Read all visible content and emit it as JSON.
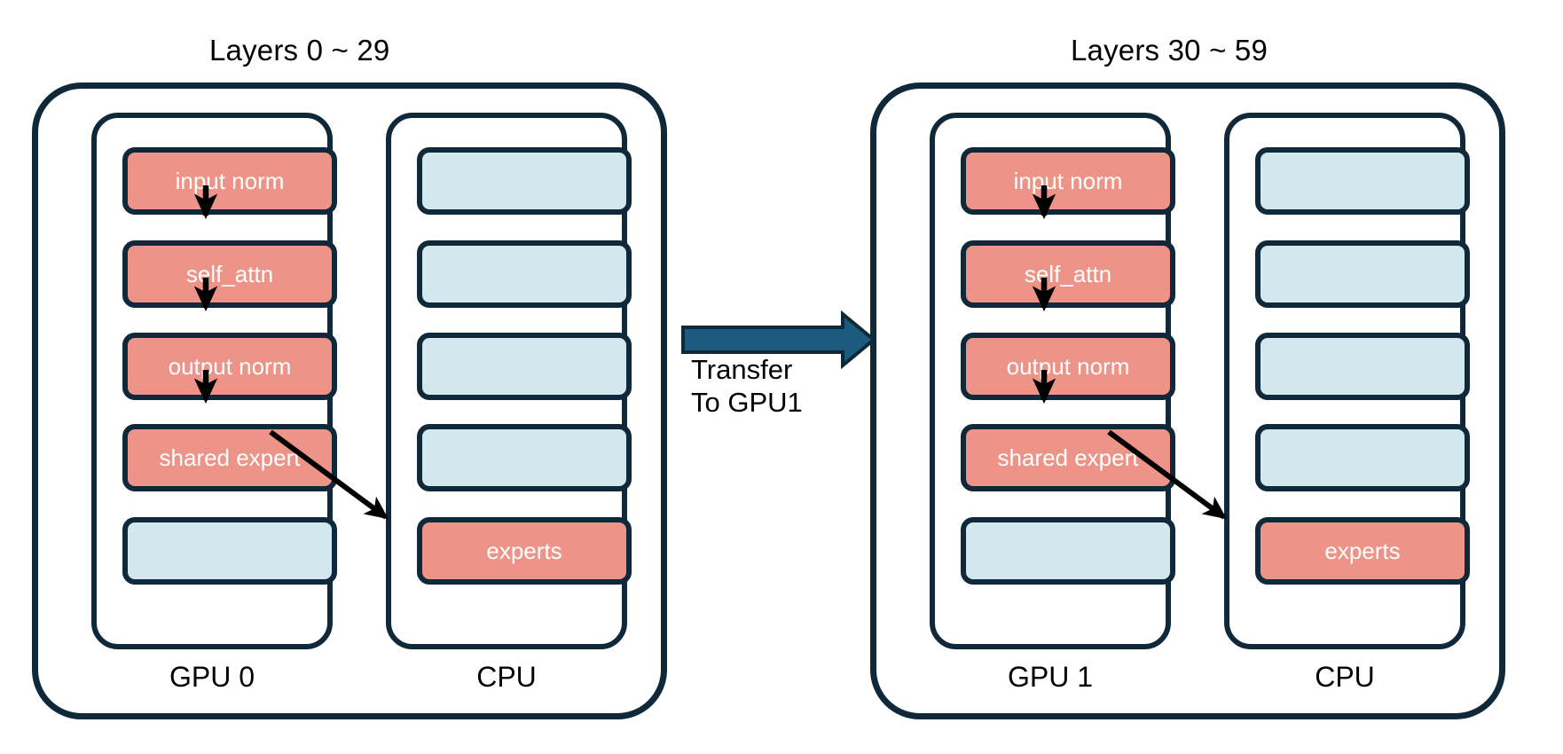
{
  "diagram": {
    "title": "MoE layer placement across GPUs and CPU",
    "colors": {
      "hot_block": "#ed9387",
      "cold_block": "#d2e7ee",
      "outline": "#10293a",
      "transfer_arrow": "#1d5b7e",
      "flow_arrow": "#000000",
      "background": "#ffffff"
    }
  },
  "panels": [
    {
      "id": "panel-left",
      "title": "Layers 0 ~ 29",
      "gpu": {
        "label": "GPU 0",
        "blocks": [
          {
            "label": "input norm",
            "kind": "hot"
          },
          {
            "label": "self_attn",
            "kind": "hot"
          },
          {
            "label": "output norm",
            "kind": "hot"
          },
          {
            "label": "shared expert",
            "kind": "hot"
          },
          {
            "label": "",
            "kind": "cold"
          }
        ]
      },
      "cpu": {
        "label": "CPU",
        "blocks": [
          {
            "label": "",
            "kind": "cold"
          },
          {
            "label": "",
            "kind": "cold"
          },
          {
            "label": "",
            "kind": "cold"
          },
          {
            "label": "",
            "kind": "cold"
          },
          {
            "label": "experts",
            "kind": "hot"
          }
        ]
      }
    },
    {
      "id": "panel-right",
      "title": "Layers 30 ~ 59",
      "gpu": {
        "label": "GPU 1",
        "blocks": [
          {
            "label": "input norm",
            "kind": "hot"
          },
          {
            "label": "self_attn",
            "kind": "hot"
          },
          {
            "label": "output norm",
            "kind": "hot"
          },
          {
            "label": "shared expert",
            "kind": "hot"
          },
          {
            "label": "",
            "kind": "cold"
          }
        ]
      },
      "cpu": {
        "label": "CPU",
        "blocks": [
          {
            "label": "",
            "kind": "cold"
          },
          {
            "label": "",
            "kind": "cold"
          },
          {
            "label": "",
            "kind": "cold"
          },
          {
            "label": "",
            "kind": "cold"
          },
          {
            "label": "experts",
            "kind": "hot"
          }
        ]
      }
    }
  ],
  "transfer": {
    "line1": "Transfer",
    "line2": "To GPU1"
  }
}
